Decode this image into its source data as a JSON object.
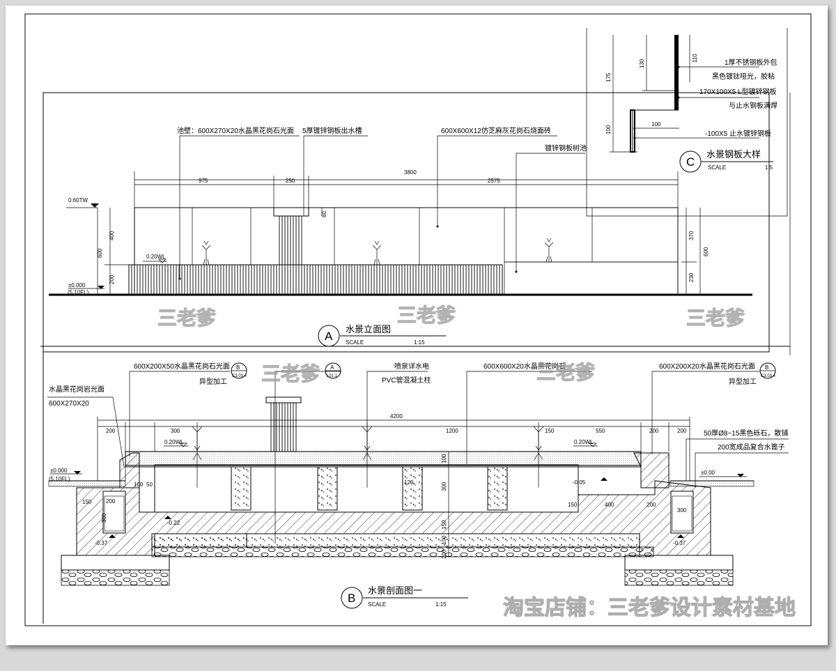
{
  "elevation": {
    "title": "水景立面图",
    "letter": "A",
    "scale_label": "SCALE",
    "scale": "1:15",
    "callouts": {
      "wall": "池壁：600X270X20水晶黑花岗石光面",
      "trough": "5厚镀锌钢板出水槽",
      "tile": "600X600X12仿芝麻灰花岗石烧面砖",
      "planter": "镀锌钢板树池"
    },
    "dims": {
      "total": "3800",
      "left": "975",
      "mid": "250",
      "right": "2575",
      "h600": "600",
      "h400": "400",
      "h200": "200",
      "h60": "60",
      "h370": "370",
      "h230": "230",
      "h600r": "600"
    },
    "levels": {
      "top": "0.60TW",
      "water": "0.20WL",
      "ground": "±0.000",
      "floor": "(5.10FL)"
    }
  },
  "section": {
    "title": "水景剖面图一",
    "letter": "B",
    "scale_label": "SCALE",
    "scale": "1:15",
    "callouts": {
      "left_cap": "600X200X50水晶黑花岗石光面",
      "left_cap2": "异型加工",
      "left_wall": "水晶黑花岗岩光面",
      "left_wall2": "600X270X20",
      "fountain": "喷泉详水电",
      "pipe": "PVC管混凝土柱",
      "floor_tile": "600X600X20水晶黑花岗石",
      "right_cap": "600X200X20水晶黑花岗石光面",
      "right_cap2": "异型加工",
      "gravel": "50厚Ø8~15黑色砾石，散铺",
      "grate": "200宽成品复合水篦子"
    },
    "tags": {
      "b_left_top": "B",
      "b_left_bot": "C3.03.4",
      "a_top": "A",
      "a_bot": "L01.1",
      "b_right_top": "B",
      "b_right_bot": "C3.03.4"
    },
    "dims": {
      "total": "4200",
      "d200a": "200",
      "d300": "300",
      "d1200": "1200",
      "d150": "150",
      "d550": "550",
      "d200b": "200",
      "d200c": "200",
      "d100": "100",
      "d50": "50",
      "d150b": "150",
      "d200d": "200",
      "d300b": "300",
      "d120": "120",
      "d400": "400",
      "d150c": "150",
      "d200e": "200",
      "d300c": "300",
      "v300": "300",
      "v100": "100",
      "v150": "150",
      "v100b": "100",
      "v200": "200"
    },
    "levels": {
      "water_l": "0.20WL",
      "water_r": "0.20WL",
      "ground_l": "±0.000",
      "floor_l": "(5.10FL)",
      "ground_r": "±0.00",
      "l_022": "-0.22",
      "l_037": "-0.37",
      "l_005": "-0.05",
      "l_037r": "-0.37"
    }
  },
  "detail": {
    "title": "水景钢板大样",
    "letter": "C",
    "scale_label": "SCALE",
    "scale": "1:5",
    "notes": {
      "n1": "1厚不锈钢板外包",
      "n2": "黑色镀钛哑光，胶粘",
      "n3": "170X100X5 L型镀锌钢板",
      "n4": "与止水钢板满焊",
      "n5": "-100X5 止水镀锌钢板"
    },
    "dims": {
      "d175": "175",
      "d130": "130",
      "d110": "110",
      "d100v": "100",
      "d100h": "100"
    }
  },
  "watermarks": {
    "w1": "三老爹",
    "w2": "三老爹",
    "w3": "三老爹",
    "w4": "三老爹",
    "w5": "三老爹",
    "shop": "淘宝店铺：三老爹设计素材基地"
  }
}
